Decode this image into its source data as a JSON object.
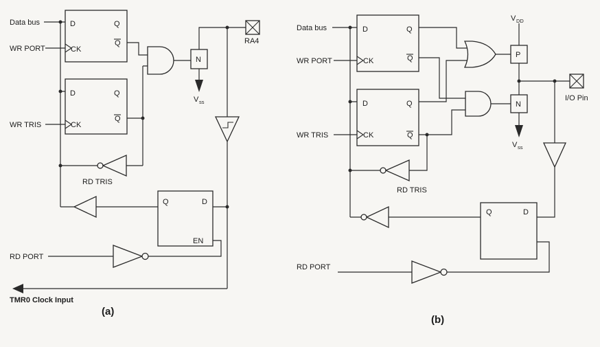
{
  "page": {
    "background": "#f7f6f3",
    "ink": "#2a2a2a"
  },
  "diagram_a": {
    "caption": "(a)",
    "labels": {
      "data_bus": "Data bus",
      "wr_port": "WR PORT",
      "wr_tris": "WR TRIS",
      "rd_tris": "RD TRIS",
      "rd_port": "RD PORT",
      "tmr0_clock": "TMR0 Clock Input",
      "pin_name": "RA4",
      "transistor_n": "N",
      "vss_v": "V",
      "vss_sub": "ss"
    },
    "data_latch": {
      "d": "D",
      "q": "Q",
      "ck": "CK",
      "qbar": "Q"
    },
    "tris_latch": {
      "d": "D",
      "q": "Q",
      "ck": "CK",
      "qbar": "Q"
    },
    "read_latch": {
      "q": "Q",
      "d": "D",
      "en": "EN"
    }
  },
  "diagram_b": {
    "caption": "(b)",
    "labels": {
      "data_bus": "Data bus",
      "wr_port": "WR PORT",
      "wr_tris": "WR TRIS",
      "rd_tris": "RD TRIS",
      "rd_port": "RD PORT",
      "pin_name": "I/O Pin",
      "transistor_p": "P",
      "transistor_n": "N",
      "vdd_v": "V",
      "vdd_sub": "DD",
      "vss_v": "V",
      "vss_sub": "ss"
    },
    "data_latch": {
      "d": "D",
      "q": "Q",
      "ck": "CK",
      "qbar": "Q"
    },
    "tris_latch": {
      "d": "D",
      "q": "Q",
      "ck": "CK",
      "qbar": "Q"
    },
    "read_latch": {
      "q": "Q",
      "d": "D"
    }
  }
}
